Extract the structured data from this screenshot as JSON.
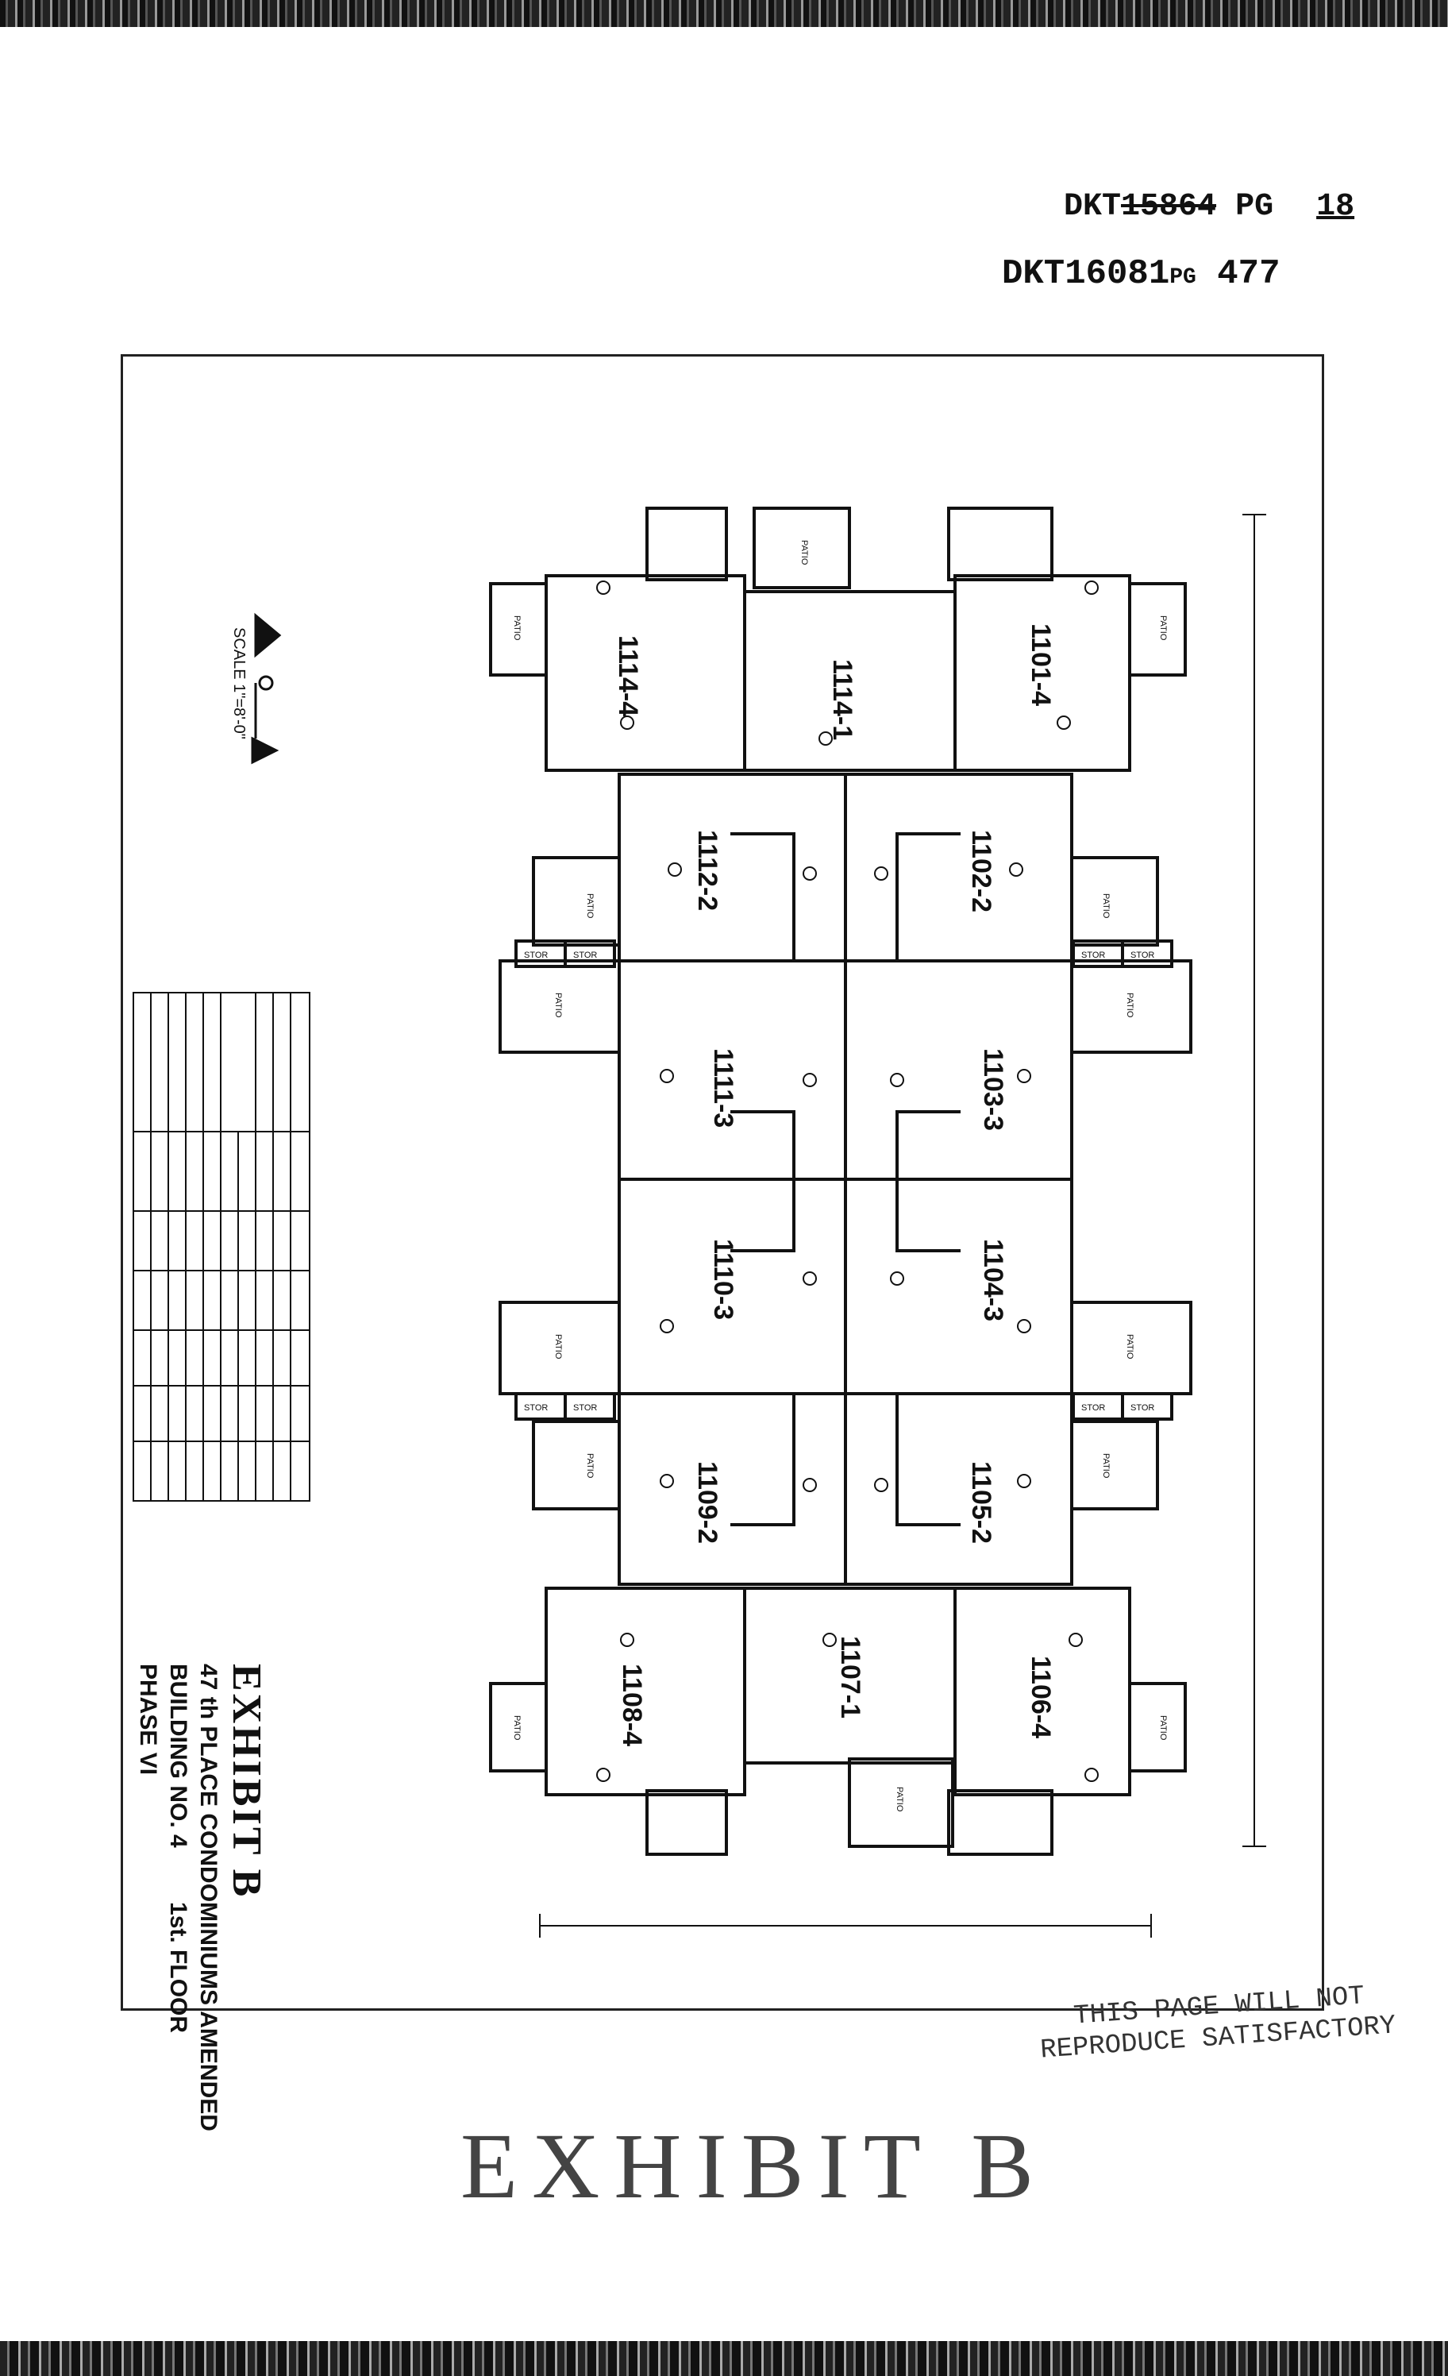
{
  "book_refs": {
    "line1_prefix": "DKT",
    "line1_struck": "15864",
    "line1_suffix": "PG",
    "line1_page": "18",
    "line2_prefix": "DKT",
    "line2_book": "16081",
    "line2_mid": "PG",
    "line2_page": "477"
  },
  "plan": {
    "units": [
      "1114-1",
      "1114-4",
      "1101-4",
      "1112-2",
      "1102-2",
      "1111-3",
      "1103-3",
      "1110-3",
      "1104-3",
      "1109-2",
      "1105-2",
      "1107-1",
      "1108-4",
      "1106-4"
    ],
    "labels": {
      "patio": "PATIO",
      "stor": "STOR"
    },
    "scale_label": "SCALE 1\"=8'-0\""
  },
  "title_block": {
    "title": "EXHIBIT B",
    "line1": "47 th PLACE CONDOMINIUMS AMENDED",
    "line2_left": "BUILDING NO. 4",
    "line2_right": "1st. FLOOR",
    "line3": "PHASE VI"
  },
  "stamp": {
    "line1": "THIS PAGE WILL NOT",
    "line2": "REPRODUCE SATISFACTORY"
  },
  "footer_stamp": "EXHIBIT B"
}
